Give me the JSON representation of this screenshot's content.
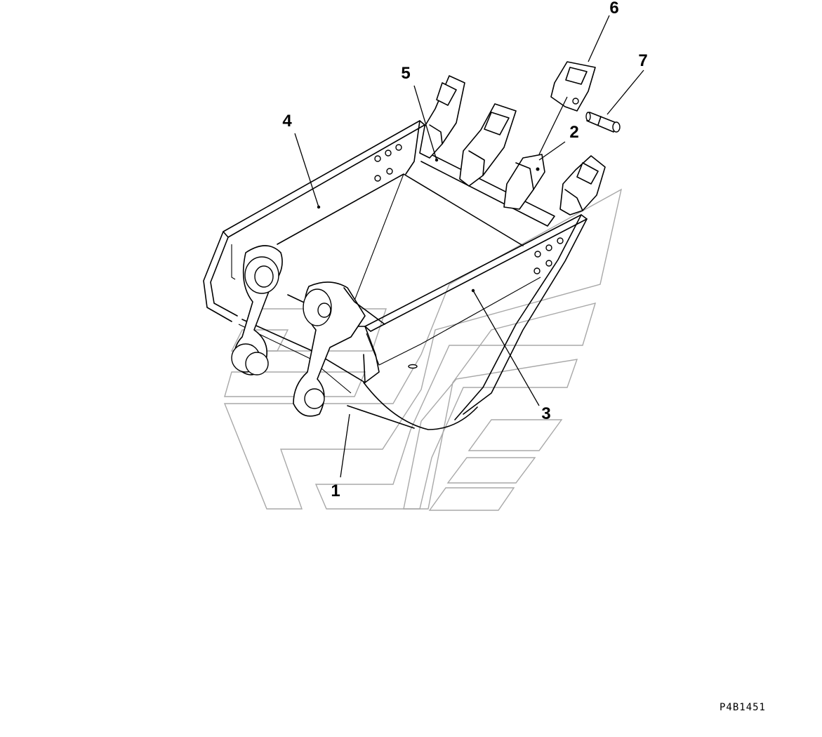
{
  "diagram": {
    "callouts": [
      {
        "id": "c1",
        "label": "1"
      },
      {
        "id": "c2",
        "label": "2"
      },
      {
        "id": "c3",
        "label": "3"
      },
      {
        "id": "c4",
        "label": "4"
      },
      {
        "id": "c5",
        "label": "5"
      },
      {
        "id": "c6",
        "label": "6"
      },
      {
        "id": "c7",
        "label": "7"
      }
    ],
    "drawing_code": "P4B1451",
    "line_color": "#000000",
    "watermark_color": "#a8a8a8"
  }
}
